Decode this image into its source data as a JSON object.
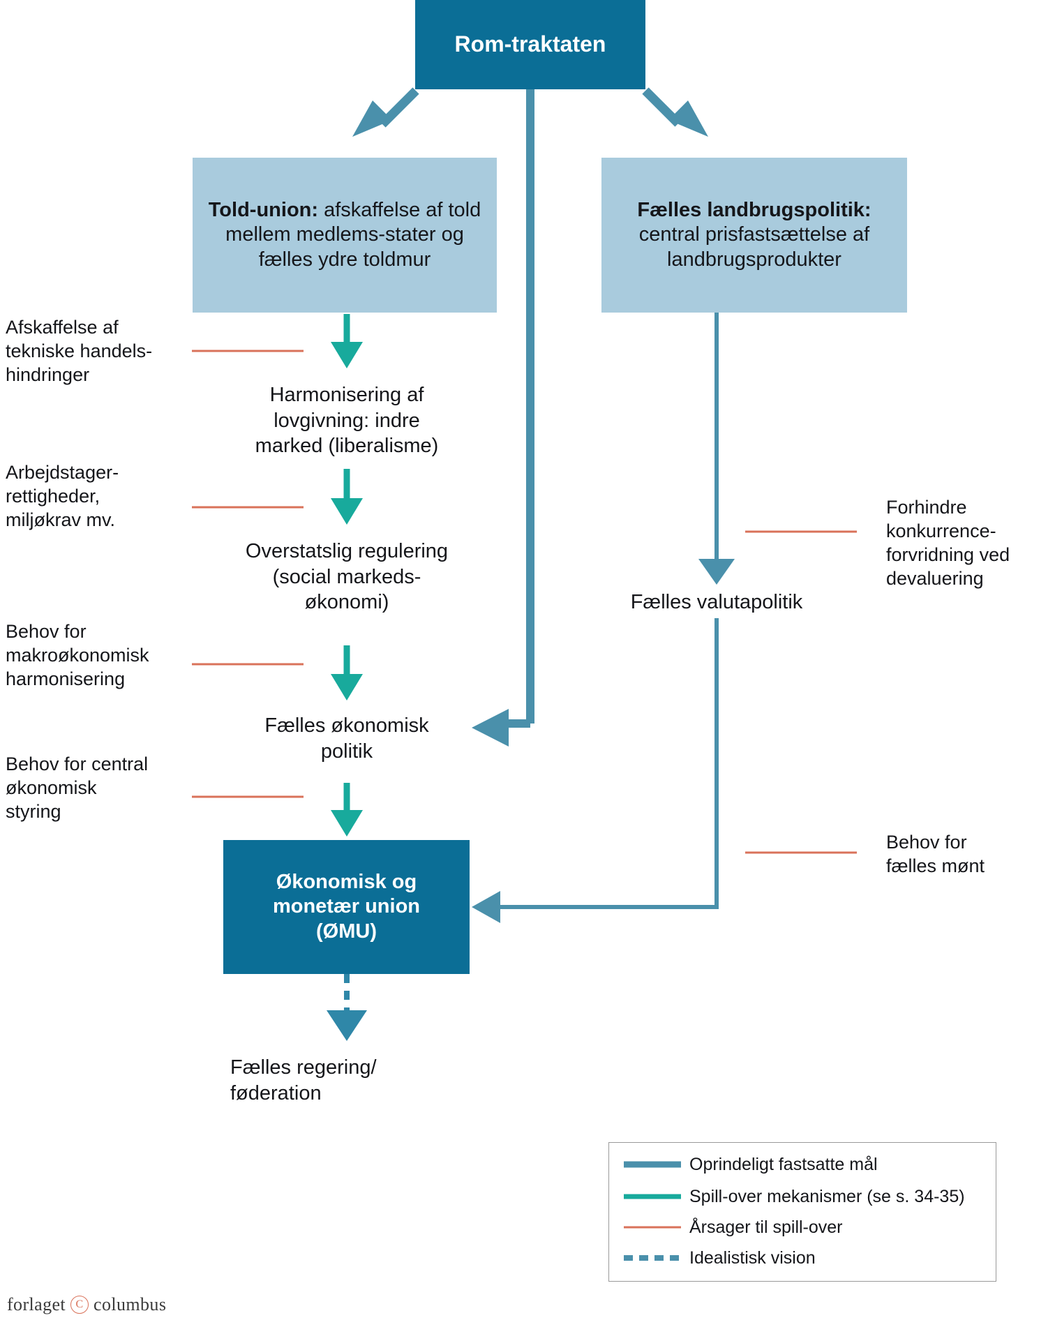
{
  "colors": {
    "dark_blue": "#0b6e96",
    "light_blue": "#a9cbdd",
    "arrow_blue": "#4a90ab",
    "arrow_teal": "#18aa9c",
    "cause_red": "#d9725a",
    "text": "#15161a"
  },
  "nodes": {
    "root": {
      "label": "Rom-traktaten"
    },
    "customs_union": {
      "bold": "Told-union:",
      "rest": " afskaffelse af told mellem medlems-stater og fælles ydre toldmur",
      "full": "Told-union: afskaffelse af told mellem medlems-\nstater og fælles ydre toldmur"
    },
    "agriculture": {
      "bold": "Fælles landbrugspolitik:",
      "rest": " central prisfastsættelse af landbrugsprodukter",
      "full": "Fælles landbrugspolitik: central prisfastsættelse af landbrugsprodukter"
    },
    "harmonisering": "Harmonisering af\nlovgivning: indre\nmarked (liberalisme)",
    "overstatslig": "Overstatslig regulering\n(social markeds-\nøkonomi)",
    "faelles_oekonomisk": "Fælles økonomisk\npolitik",
    "oemu": "Økonomisk og\nmonetær union\n(ØMU)",
    "valutapolitik": "Fælles valutapolitik",
    "foederation": "Fælles regering/\nføderation"
  },
  "causes_left": [
    {
      "id": "cause-tekniske-handelshindringer",
      "text": "Afskaffelse af\ntekniske handels-\nhindringer"
    },
    {
      "id": "cause-arbejdstagerrettigheder",
      "text": "Arbejdstager-\nrettigheder,\nmiljøkrav mv."
    },
    {
      "id": "cause-makrooekonomisk-harmonisering",
      "text": "Behov for\nmakroøkonomisk\nharmonisering"
    },
    {
      "id": "cause-central-oekonomisk-styring",
      "text": "Behov for central\nøkonomisk\nstyring"
    }
  ],
  "causes_right": [
    {
      "id": "cause-konkurrenceforvridning",
      "text": "Forhindre\nkonkurrence-\nforvridning ved\ndevaluering"
    },
    {
      "id": "cause-faelles-moent",
      "text": "Behov for\nfælles mønt"
    }
  ],
  "legend": {
    "items": [
      {
        "style": "sw-thick-blue",
        "icon": "solid-thick-blue-line-icon",
        "label": "Oprindeligt fastsatte mål"
      },
      {
        "style": "sw-thick-teal",
        "icon": "solid-thick-teal-line-icon",
        "label": "Spill-over mekanismer (se s. 34-35)"
      },
      {
        "style": "sw-thin-red",
        "icon": "solid-thin-red-line-icon",
        "label": "Årsager til spill-over"
      },
      {
        "style": "sw-dash-blue",
        "icon": "dashed-blue-line-icon",
        "label": "Idealistisk vision"
      }
    ]
  },
  "footer": {
    "logo_pre": "forlaget",
    "logo_mark": "C",
    "logo_post": "columbus"
  }
}
